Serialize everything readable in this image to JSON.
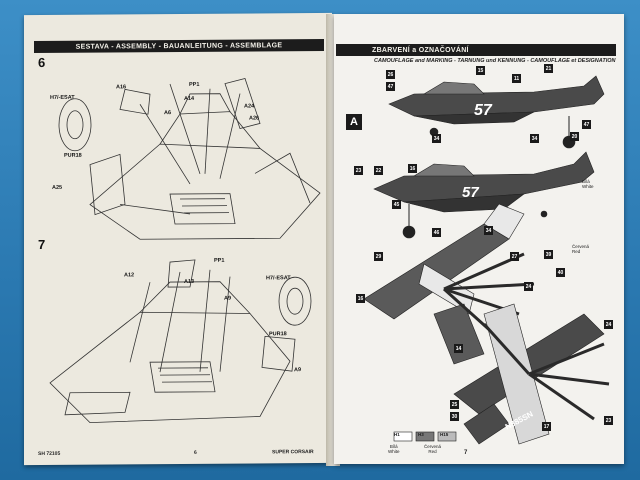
{
  "left_page": {
    "header": "SESTAVA - ASSEMBLY - BAUANLEITUNG - ASSEMBLAGE",
    "steps": [
      {
        "number": "6",
        "callouts": [
          "A16",
          "PP1",
          "A14",
          "A24",
          "A26",
          "A6",
          "H7/-ESAT",
          "PUR18",
          "A25"
        ]
      },
      {
        "number": "7",
        "callouts": [
          "A12",
          "PP1",
          "A13",
          "A9",
          "H7/-ESAT",
          "PUR18",
          "A9"
        ]
      }
    ],
    "footer_left": "SH 72105",
    "footer_center": "6",
    "footer_right": "SUPER CORSAIR"
  },
  "right_page": {
    "header": "ZBARVENÍ a OZNAČOVÁNÍ",
    "subheader": "CAMOUFLAGE and MARKING - TARNUNG und KENNUNG - CAMOUFLAGE et DESIGNATION",
    "section": "A",
    "race_number": "57",
    "registration": "N885SN",
    "legend": [
      {
        "code": "H1",
        "label": "Bílá\nWhite"
      },
      {
        "code": "H3",
        "label": "Červená\nRed"
      },
      {
        "code": "H15",
        "label": ""
      }
    ],
    "page_number": "7"
  },
  "colors": {
    "background": "#2f7fb8",
    "page": "#ece9df",
    "aircraft_dark": "#4a4a4a",
    "bar": "#1c1c1c"
  }
}
